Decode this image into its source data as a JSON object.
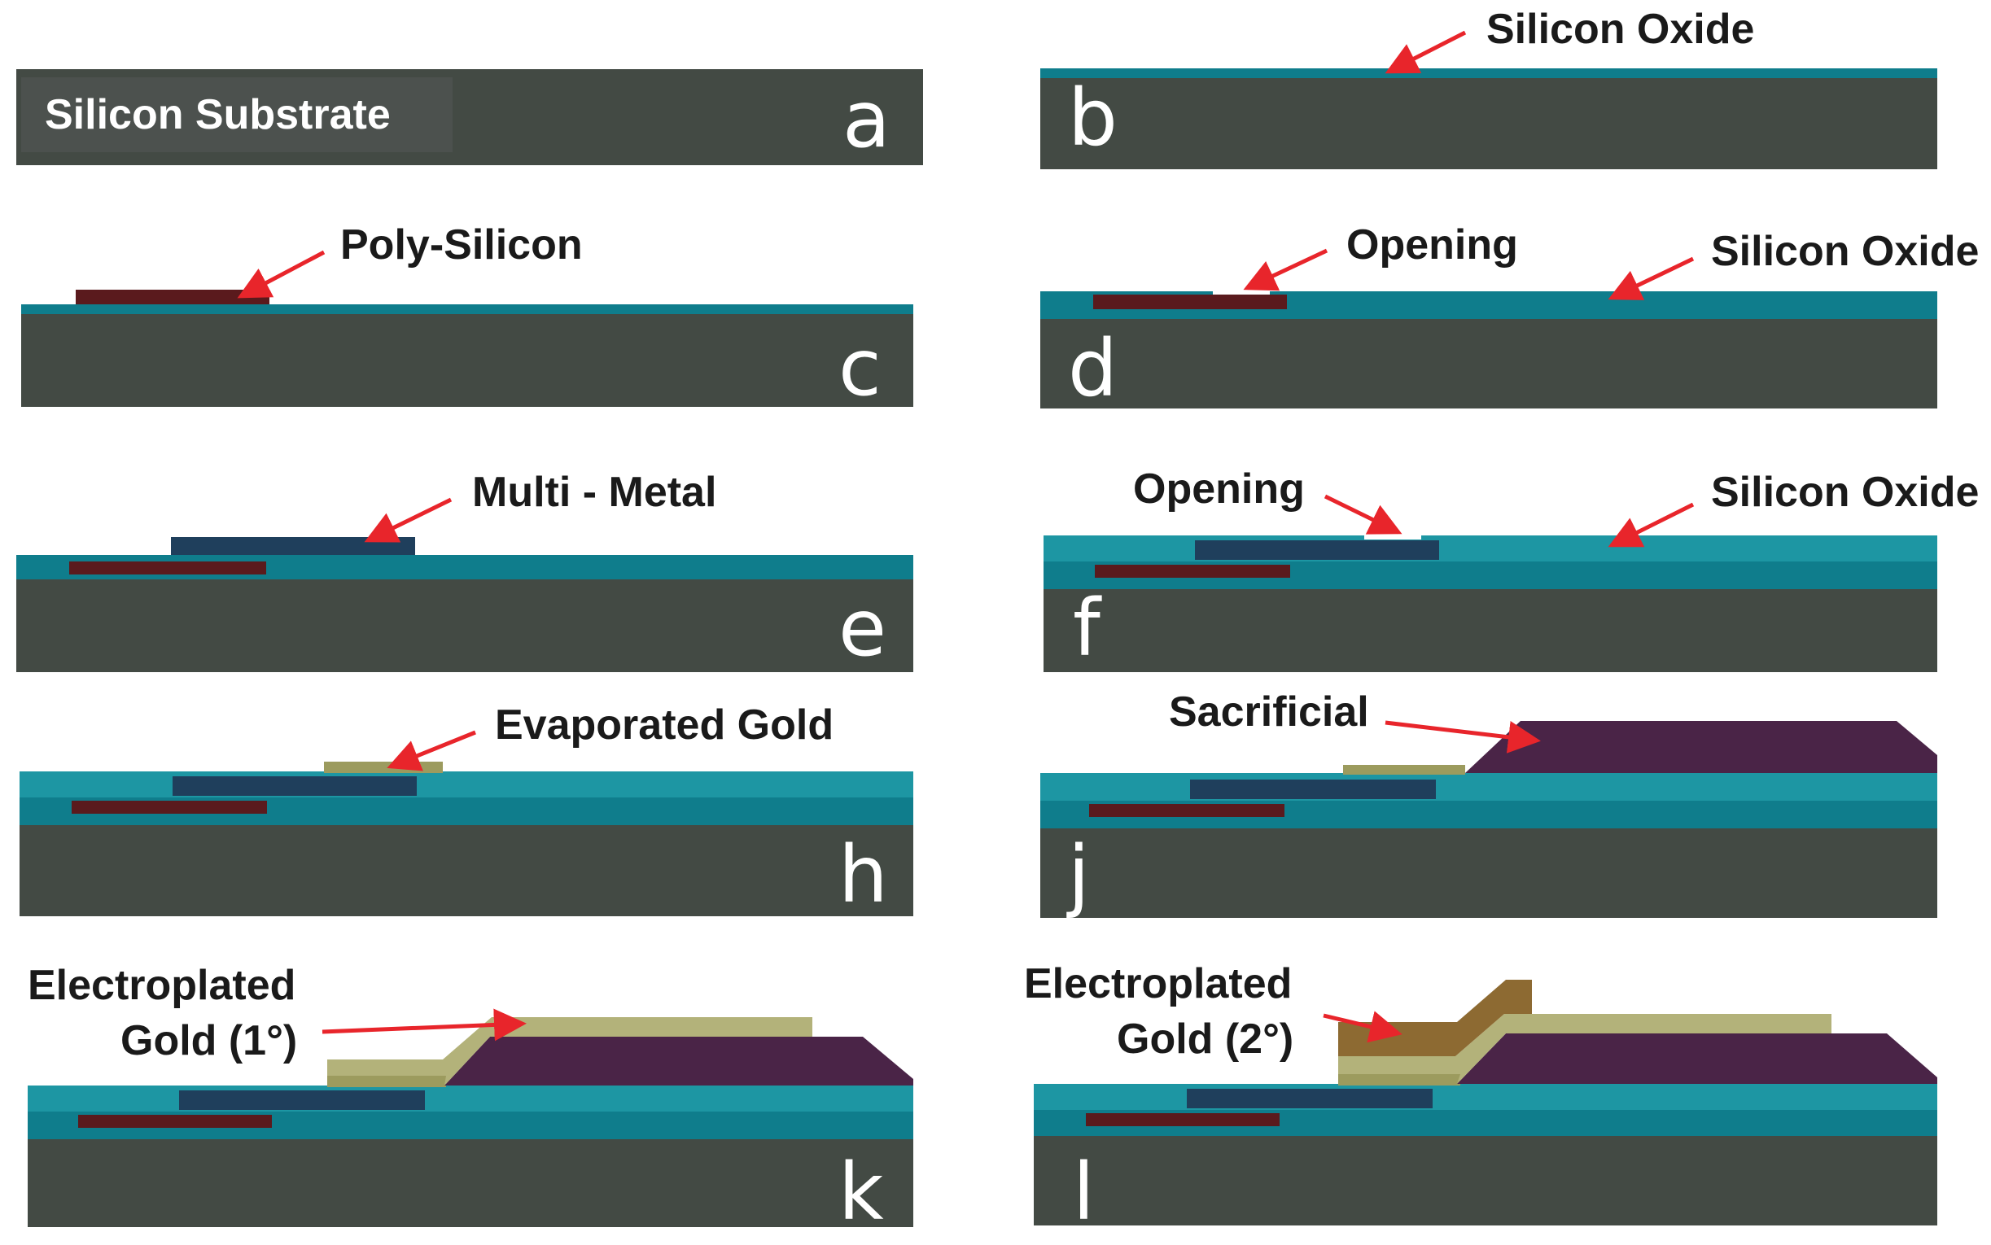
{
  "colors": {
    "substrate": "#434a44",
    "substrate_label_box": "#4c514e",
    "oxide": "#0f7d8c",
    "oxide_light": "#1d96a3",
    "oxide_dark": "#0b6a79",
    "poly_silicon": "#5a1a1d",
    "multi_metal": "#1f3f5c",
    "evaporated_gold": "#9c9b5e",
    "electroplated_gold_1": "#b3b27a",
    "electroplated_gold_2": "#8d6a32",
    "sacrificial": "#4a2447",
    "arrow": "#e8252b",
    "label_text": "#1a1a1a",
    "letter_text": "#ffffff"
  },
  "steps": {
    "a": {
      "letter": "a",
      "label": "Silicon Substrate"
    },
    "b": {
      "letter": "b",
      "label": "Silicon Oxide"
    },
    "c": {
      "letter": "c",
      "label": "Poly-Silicon"
    },
    "d": {
      "letter": "d",
      "label_opening": "Opening",
      "label_oxide": "Silicon Oxide"
    },
    "e": {
      "letter": "e",
      "label": "Multi - Metal"
    },
    "f": {
      "letter": "f",
      "label_opening": "Opening",
      "label_oxide": "Silicon Oxide"
    },
    "h": {
      "letter": "h",
      "label": "Evaporated Gold"
    },
    "j": {
      "letter": "j",
      "label": "Sacrificial"
    },
    "k": {
      "letter": "k",
      "label_line1": "Electroplated",
      "label_line2": "Gold (1°)"
    },
    "l": {
      "letter": "l",
      "label_line1": "Electroplated",
      "label_line2": "Gold (2°)"
    }
  }
}
